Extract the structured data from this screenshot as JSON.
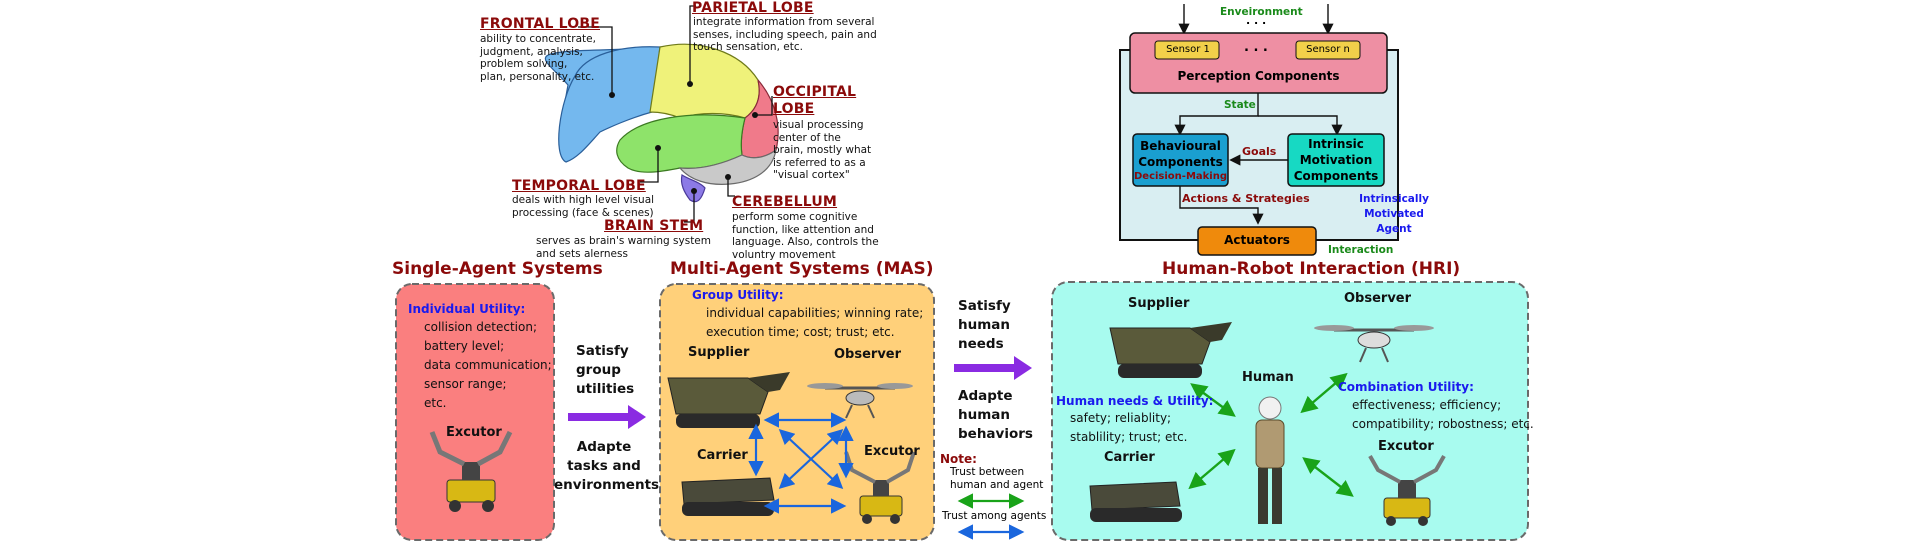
{
  "brain": {
    "frontal": {
      "title": "FRONTAL LOBE",
      "desc": [
        "ability to concentrate,",
        "judgment, analysis,",
        "problem solving,",
        "plan, personality, etc."
      ]
    },
    "parietal": {
      "title": "PARIETAL LOBE",
      "desc": [
        "integrate information from several",
        "senses, including speech, pain and",
        "touch sensation, etc."
      ]
    },
    "occipital": {
      "title": [
        "OCCIPITAL",
        "LOBE"
      ],
      "desc": [
        "visual processing",
        "center of the",
        "brain, mostly what",
        "is referred to as a",
        "\"visual cortex\""
      ]
    },
    "temporal": {
      "title": "TEMPORAL LOBE",
      "desc": [
        "deals with high level visual",
        "processing (face & scenes)"
      ]
    },
    "brainstem": {
      "title": "BRAIN STEM",
      "desc": [
        "serves as brain's warning system",
        "and sets alerness"
      ]
    },
    "cerebellum": {
      "title": "CEREBELLUM",
      "desc": [
        "perform some cognitive",
        "function, like attention and",
        "language. Also, controls the",
        "voluntry movement"
      ]
    }
  },
  "architecture": {
    "environment": "Enveironment",
    "dots_top": ". . .",
    "sensor1": "Sensor 1",
    "sensor_dots": ". . .",
    "sensorn": "Sensor n",
    "perception": "Perception Components",
    "state": "State",
    "behavioural": [
      "Behavioural",
      "Components"
    ],
    "decision": "Decision-Making",
    "goals": "Goals",
    "intrinsic": [
      "Intrinsic",
      "Motivation",
      "Components"
    ],
    "actions": "Actions & Strategies",
    "intrinsically": [
      "Intrinsically",
      "Motivated",
      "Agent"
    ],
    "actuators": "Actuators",
    "interaction": "Interaction"
  },
  "single_agent": {
    "title": "Single-Agent Systems",
    "utility_title": "Individual Utility:",
    "utilities": [
      "collision detection;",
      "battery level;",
      "data communication;",
      "sensor range;",
      "etc."
    ],
    "executor": "Excutor",
    "flow_up": [
      "Satisfy",
      "group",
      "utilities"
    ],
    "flow_down": [
      "Adapte",
      "tasks and",
      "environments"
    ]
  },
  "mas": {
    "title": "Multi-Agent Systems (MAS)",
    "utility_title": "Group Utility:",
    "utilities": [
      "individual capabilities; winning rate;",
      "execution time; cost; trust; etc."
    ],
    "supplier": "Supplier",
    "observer": "Observer",
    "carrier": "Carrier",
    "executor": "Excutor",
    "flow_up": [
      "Satisfy",
      "human",
      "needs"
    ],
    "flow_down": [
      "Adapte",
      "human",
      "behaviors"
    ]
  },
  "note": {
    "title": "Note:",
    "trust_human": [
      "Trust between",
      "human and agent"
    ],
    "trust_agents": "Trust among agents",
    "colors": {
      "human_agent": "#19a319",
      "agents": "#1a66dd"
    }
  },
  "hri": {
    "title": "Human-Robot Interaction (HRI)",
    "supplier": "Supplier",
    "observer": "Observer",
    "human": "Human",
    "carrier": "Carrier",
    "executor": "Excutor",
    "needs_title": "Human needs & Utility:",
    "needs": [
      "safety; reliablity;",
      "stablility; trust; etc."
    ],
    "combo_title": "Combination Utility:",
    "combo": [
      "effectiveness; efficiency;",
      "compatibility; robostness; etc."
    ]
  },
  "colors": {
    "single_box": "#fa7f7f",
    "mas_box": "#ffd07a",
    "hri_box": "#a8fbef",
    "arch_bg": "#d9eef2",
    "perception": "#ee8fa3",
    "sensor": "#f2d04a",
    "behavioural": "#1a9fd0",
    "intrinsic": "#17d9c3",
    "actuators": "#ef8a0c",
    "title_red": "#8b0a0a",
    "purple_arrow": "#8a2be2"
  }
}
